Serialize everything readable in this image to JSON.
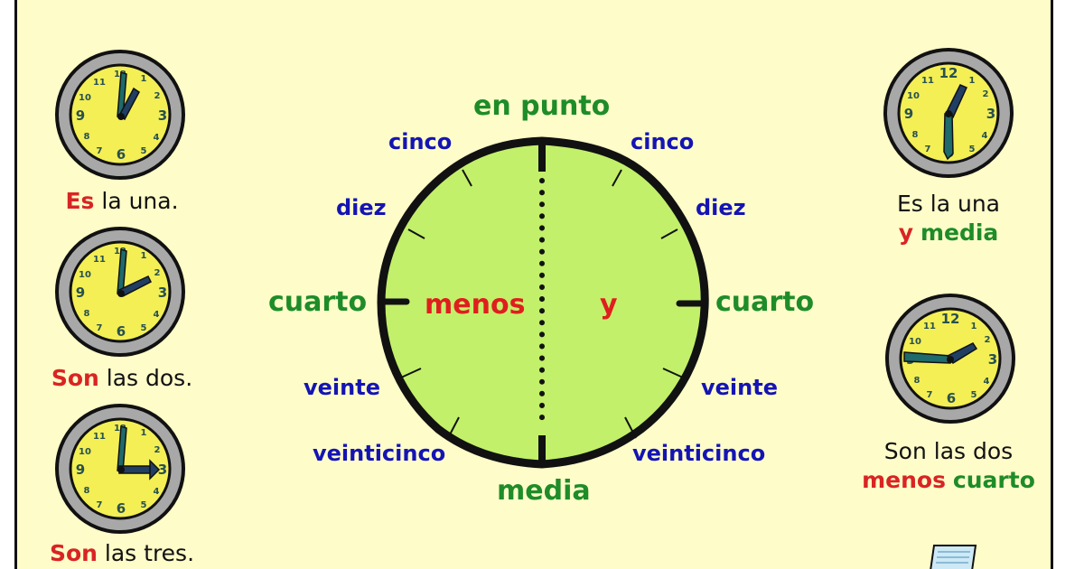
{
  "title_partial": "",
  "center_clock": {
    "top_label": "en punto",
    "bottom_label": "media",
    "left_side_label": "menos",
    "right_side_label": "y",
    "left_labels": [
      {
        "id": "cinco",
        "text": "cinco"
      },
      {
        "id": "diez",
        "text": "diez"
      },
      {
        "id": "cuarto",
        "text": "cuarto"
      },
      {
        "id": "veinte",
        "text": "veinte"
      },
      {
        "id": "veinticinco",
        "text": "veinticinco"
      }
    ],
    "right_labels": [
      {
        "id": "cinco",
        "text": "cinco"
      },
      {
        "id": "diez",
        "text": "diez"
      },
      {
        "id": "cuarto",
        "text": "cuarto"
      },
      {
        "id": "veinte",
        "text": "veinte"
      },
      {
        "id": "veinticinco",
        "text": "veinticinco"
      }
    ],
    "colors": {
      "face": "#c2f06a",
      "blue": "#1414b4",
      "green": "#1e8c28",
      "red": "#e01e1e"
    }
  },
  "left_clocks": [
    {
      "time": "1:00",
      "caption_verb": "Es",
      "caption_rest": " la una."
    },
    {
      "time": "2:00",
      "caption_verb": "Son",
      "caption_rest": " las dos."
    },
    {
      "time": "3:00",
      "caption_verb": "Son",
      "caption_rest": " las tres."
    }
  ],
  "right_clocks": [
    {
      "time": "1:30",
      "caption_line1": "Es la una",
      "caption_y": "y",
      "caption_word2": "media"
    },
    {
      "time": "1:45",
      "caption_line1": "Son las dos",
      "caption_menos": "menos",
      "caption_word2": "cuarto"
    }
  ],
  "clock_numbers": [
    "12",
    "1",
    "2",
    "3",
    "4",
    "5",
    "6",
    "7",
    "8",
    "9",
    "10",
    "11"
  ],
  "colors": {
    "background": "#fefcc9",
    "clock_face": "#f5f04a",
    "clock_rim": "#9a9a9a",
    "hand": "#1f5a5a"
  }
}
